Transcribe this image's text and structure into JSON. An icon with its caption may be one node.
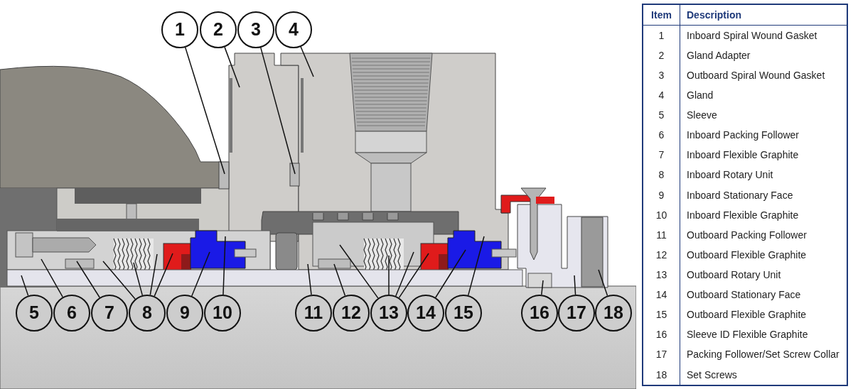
{
  "diagram": {
    "nodes": [
      {
        "text": [
          "1"
        ]
      },
      {
        "text": [
          "2"
        ]
      },
      {
        "text": [
          "3"
        ]
      },
      {
        "text": [
          "4"
        ]
      },
      {
        "text": [
          "5"
        ]
      },
      {
        "text": [
          "6"
        ]
      },
      {
        "text": [
          "7"
        ]
      },
      {
        "text": [
          "8"
        ]
      },
      {
        "text": [
          "9"
        ]
      },
      {
        "text": [
          "10"
        ]
      },
      {
        "text": [
          "11"
        ]
      },
      {
        "text": [
          "12"
        ]
      },
      {
        "text": [
          "13"
        ]
      },
      {
        "text": [
          "14"
        ]
      },
      {
        "text": [
          "15"
        ]
      },
      {
        "text": [
          "16"
        ]
      },
      {
        "text": [
          "17"
        ]
      },
      {
        "text": [
          "18"
        ]
      }
    ],
    "edges": [
      {
        "from": 0,
        "to": null,
        "arrow": "none"
      },
      {
        "from": 1,
        "to": null,
        "arrow": "none"
      },
      {
        "from": 2,
        "to": null,
        "arrow": "none"
      },
      {
        "from": 3,
        "to": null,
        "arrow": "none"
      },
      {
        "from": 4,
        "to": null,
        "arrow": "none"
      },
      {
        "from": 5,
        "to": null,
        "arrow": "none"
      },
      {
        "from": 6,
        "to": null,
        "arrow": "none"
      },
      {
        "from": 7,
        "to": null,
        "arrow": "none"
      },
      {
        "from": 7,
        "to": null,
        "arrow": "none"
      },
      {
        "from": 7,
        "to": null,
        "arrow": "none"
      },
      {
        "from": 7,
        "to": null,
        "arrow": "none"
      },
      {
        "from": 8,
        "to": null,
        "arrow": "none"
      },
      {
        "from": 9,
        "to": null,
        "arrow": "none"
      },
      {
        "from": 10,
        "to": null,
        "arrow": "none"
      },
      {
        "from": 11,
        "to": null,
        "arrow": "none"
      },
      {
        "from": 12,
        "to": null,
        "arrow": "none"
      },
      {
        "from": 12,
        "to": null,
        "arrow": "none"
      },
      {
        "from": 12,
        "to": null,
        "arrow": "none"
      },
      {
        "from": 12,
        "to": null,
        "arrow": "none"
      },
      {
        "from": 13,
        "to": null,
        "arrow": "none"
      },
      {
        "from": 14,
        "to": null,
        "arrow": "none"
      },
      {
        "from": 15,
        "to": null,
        "arrow": "none"
      },
      {
        "from": 16,
        "to": null,
        "arrow": "none"
      },
      {
        "from": 17,
        "to": null,
        "arrow": "none"
      }
    ],
    "labels": [
      "Item",
      "Description",
      "1",
      "Inboard Spiral Wound Gasket",
      "2",
      "Gland Adapter",
      "3",
      "Outboard Spiral Wound Gasket",
      "4",
      "Gland",
      "5",
      "Sleeve",
      "6",
      "Inboard Packing Follower",
      "7",
      "Inboard Flexible Graphite",
      "8",
      "Inboard Rotary Unit",
      "9",
      "Inboard Stationary Face",
      "10",
      "Inboard Flexible Graphite",
      "11",
      "Outboard Packing Follower",
      "12",
      "Outboard Flexible Graphite",
      "13",
      "Outboard Rotary Unit",
      "14",
      "Outboard Stationary Face",
      "15",
      "Outboard Flexible Graphite",
      "16",
      "Sleeve ID Flexible Graphite",
      "17",
      "Packing Follower/Set Screw Collar",
      "18",
      "Set Screws"
    ]
  }
}
